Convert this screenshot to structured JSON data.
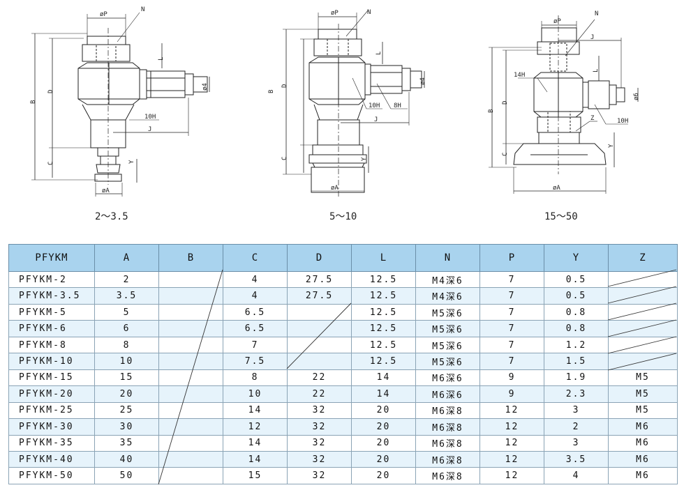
{
  "drawings": {
    "fig1": {
      "caption": "2～3.5",
      "labels": {
        "p": "øP",
        "n": "N",
        "b": "B",
        "d": "D",
        "c": "C",
        "l": "L",
        "phi4": "ø4",
        "h10": "10H",
        "j": "J",
        "y": "Y",
        "a": "øA"
      }
    },
    "fig2": {
      "caption": "5～10",
      "labels": {
        "p": "øP",
        "n": "N",
        "b": "B",
        "d": "D",
        "c": "C",
        "l": "L",
        "phi4": "ø4",
        "h10": "10H",
        "h8": "8H",
        "j": "J",
        "y": "Y",
        "a": "øA"
      }
    },
    "fig3": {
      "caption": "15～50",
      "labels": {
        "p": "øP",
        "n": "N",
        "j": "J",
        "h14": "14H",
        "b": "B",
        "d": "D",
        "c": "C",
        "l": "L",
        "phi6": "ø6",
        "z": "Z",
        "h10": "10H",
        "y": "Y",
        "a": "øA"
      }
    }
  },
  "table": {
    "headers": [
      "PFYKM",
      "A",
      "B",
      "C",
      "D",
      "L",
      "N",
      "P",
      "Y",
      "Z"
    ],
    "rows": [
      [
        "PFYKM-2",
        "2",
        "",
        "4",
        "27.5",
        "12.5",
        "M4深6",
        "7",
        "0.5",
        ""
      ],
      [
        "PFYKM-3.5",
        "3.5",
        "",
        "4",
        "27.5",
        "12.5",
        "M4深6",
        "7",
        "0.5",
        ""
      ],
      [
        "PFYKM-5",
        "5",
        "",
        "6.5",
        "",
        "12.5",
        "M5深6",
        "7",
        "0.8",
        ""
      ],
      [
        "PFYKM-6",
        "6",
        "",
        "6.5",
        "",
        "12.5",
        "M5深6",
        "7",
        "0.8",
        ""
      ],
      [
        "PFYKM-8",
        "8",
        "",
        "7",
        "",
        "12.5",
        "M5深6",
        "7",
        "1.2",
        ""
      ],
      [
        "PFYKM-10",
        "10",
        "",
        "7.5",
        "",
        "12.5",
        "M5深6",
        "7",
        "1.5",
        ""
      ],
      [
        "PFYKM-15",
        "15",
        "",
        "8",
        "22",
        "14",
        "M6深6",
        "9",
        "1.9",
        "M5"
      ],
      [
        "PFYKM-20",
        "20",
        "",
        "10",
        "22",
        "14",
        "M6深6",
        "9",
        "2.3",
        "M5"
      ],
      [
        "PFYKM-25",
        "25",
        "",
        "14",
        "32",
        "20",
        "M6深8",
        "12",
        "3",
        "M5"
      ],
      [
        "PFYKM-30",
        "30",
        "",
        "12",
        "32",
        "20",
        "M6深8",
        "12",
        "2",
        "M6"
      ],
      [
        "PFYKM-35",
        "35",
        "",
        "14",
        "32",
        "20",
        "M6深8",
        "12",
        "3",
        "M6"
      ],
      [
        "PFYKM-40",
        "40",
        "",
        "14",
        "32",
        "20",
        "M6深8",
        "12",
        "3.5",
        "M6"
      ],
      [
        "PFYKM-50",
        "50",
        "",
        "15",
        "32",
        "20",
        "M6深8",
        "12",
        "4",
        "M6"
      ]
    ]
  }
}
